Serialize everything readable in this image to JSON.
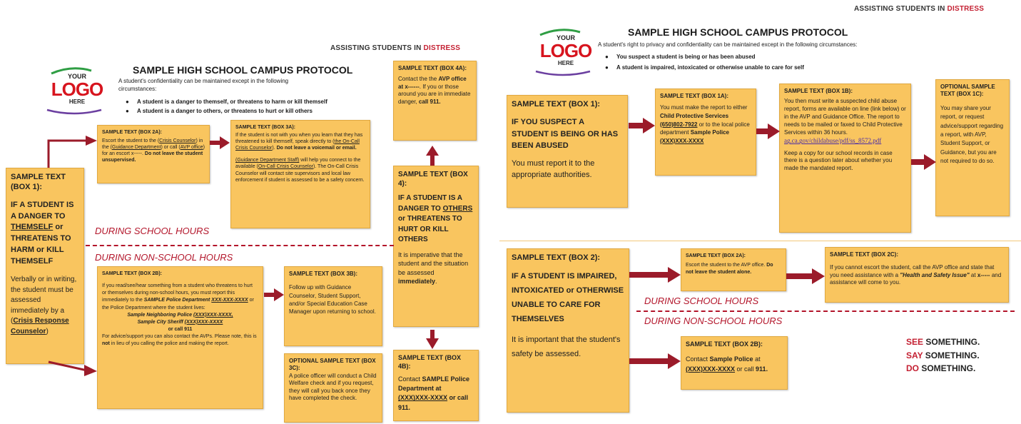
{
  "left": {
    "header_prefix": "ASSISTING STUDENTS ",
    "header_in": "IN",
    "header_distress": "DISTRESS",
    "logo": {
      "your": "YOUR",
      "word": "LOGO",
      "here": "HERE"
    },
    "title": "SAMPLE HIGH SCHOOL CAMPUS PROTOCOL",
    "intro": "A student's confidentiality can be maintained except in the following circumstances:",
    "bullets": [
      "A student is a danger to themself, or threatens to harm or kill themself",
      "A student is a danger to others, or threatens to hurt or kill others"
    ],
    "during_school": "DURING SCHOOL HOURS",
    "during_non_school": "DURING NON-SCHOOL HOURS",
    "box1": {
      "title": "SAMPLE TEXT (BOX 1):",
      "h1": "IF A STUDENT IS A DANGER TO",
      "h2": "THEMSELF",
      "h3": "or THREATENS TO HARM or KILL THEMSELF",
      "body1": "Verbally or in writing, the student must be assessed immediately by a (",
      "link": "Crisis Response Counselor",
      "body2": ")"
    },
    "box2a": {
      "title": "SAMPLE TEXT (BOX 2A):",
      "p1": "Escort the student to the (",
      "l1": "Crisis Counselor",
      "p2": ") in the (",
      "l2": "Guidance Department",
      "p3": ") or call (",
      "l3": "AVP office",
      "p4": ") for an escort x-----. ",
      "bold": "Do not leave the student unsupervised."
    },
    "box3a": {
      "title": "SAMPLE TEXT (BOX 3A):",
      "p1": "If the student is not with you when you learn that they has threatened to kill themself, speak directly to (",
      "l1": "the On-Call Crisis Counselor",
      "p2": "). ",
      "bold": "Do not leave a voicemail or email.",
      "l2": "(Guidance Department Staff)",
      "p3": " will help you connect to the available (",
      "l3": "On-Call Crisis Counselor",
      "p4": "). The On-Call Crisis Counselor will contact site supervisors and local law enforcement if student is assessed to be a safety concern."
    },
    "box4a": {
      "title": "SAMPLE TEXT (BOX 4A):",
      "p1": "Contact the the ",
      "b1": "AVP office at x------",
      "p2": ". If you or those around you are in immediate danger, ",
      "b2": "call 911."
    },
    "box4": {
      "title": "SAMPLE TEXT (BOX 4):",
      "h1": "IF A STUDENT IS A DANGER TO",
      "h2": "OTHERS",
      "h3": "or THREATENS TO HURT OR KILL OTHERS",
      "p1": "It is imperative that the student and the situation be assessed ",
      "b1": "immediately",
      "p2": "."
    },
    "box2b": {
      "title": "SAMPLE TEXT (BOX 2B):",
      "p1": "If you read/see/hear something from a student who threatens to hurt or themselves during non-school hours, you must report this immediately to the ",
      "bi1": "SAMPLE Police Department",
      "l1": "XXX-XXX-XXXX",
      "p2": " or the Police Department where the student lives:",
      "c1a": "Sample Neighboring Police ",
      "c1b": "(XXX)XXX-XXXX,",
      "c2a": "Sample City Sheriff ",
      "c2b": "(XXX)XXX-XXXX",
      "c3": "or call 911",
      "p3": "For advice/support you can also contact the AVPs. Please note, this is ",
      "b3": "not",
      "p4": " in lieu of you calling the police and making the report."
    },
    "box3b": {
      "title": "SAMPLE TEXT (BOX 3B):",
      "body": "Follow up with Guidance Counselor, Student Support, and/or Special Education Case Manager upon returning to school."
    },
    "box3c": {
      "title": "OPTIONAL SAMPLE TEXT (BOX 3C):",
      "body": " A police officer will conduct a Child Welfare check and if you request, they will call you back once they have completed the check."
    },
    "box4b": {
      "title": "SAMPLE TEXT (BOX 4B):",
      "p1": "Contact ",
      "b1": "SAMPLE Police Department at",
      "l1": "(XXX)XXX-XXXX",
      "b2": " or call 911."
    }
  },
  "right": {
    "header_prefix": "ASSISTING STUDENTS ",
    "header_in": "IN",
    "header_distress": "DISTRESS",
    "logo": {
      "your": "YOUR",
      "word": "LOGO",
      "here": "HERE"
    },
    "title": "SAMPLE HIGH SCHOOL CAMPUS PROTOCOL",
    "intro": "A student's right to privacy and confidentiality can be maintained except in the following circumstances:",
    "bullets": [
      "You suspect a student is being or has been abused",
      "A student is impaired, intoxicated or otherwise unable to care for self"
    ],
    "during_school": "DURING SCHOOL HOURS",
    "during_non_school": "DURING NON-SCHOOL HOURS",
    "box1": {
      "title": "SAMPLE TEXT (BOX 1):",
      "heading": "IF YOU SUSPECT A STUDENT IS BEING OR HAS BEEN ABUSED",
      "body": "You must report it to the appropriate authorities."
    },
    "box1a": {
      "title": "SAMPLE TEXT (BOX 1A):",
      "p1": "You must make the report to either ",
      "b1": "Child Protective Services ",
      "l1": "(650)802-7922",
      "p2": " or to the local police department ",
      "b2": "Sample Police",
      "l2": "(XXX)XXX-XXXX"
    },
    "box1b": {
      "title": "SAMPLE TEXT (BOX 1B):",
      "p1": "You then must write a suspected child abuse report, forms are available on line (link below) or in the AVP and Guidance Office. The report to needs to be mailed or faxed to Child Protective Services within 36 hours.",
      "link": "ag.ca.gov/childabuse/pdf/ss_8572.pdf",
      "p2": "Keep a copy for our school records in case there is a question later about whether you made the mandated report."
    },
    "box1c": {
      "title": "OPTIONAL SAMPLE TEXT (BOX 1C):",
      "body": "You may share your report, or request advice/support regarding a report, with AVP, Student Support, or Guidance, but you are not required to do so."
    },
    "box2": {
      "title": "SAMPLE TEXT (BOX 2):",
      "heading": "IF A STUDENT IS IMPAIRED, INTOXICATED or OTHERWISE UNABLE TO CARE FOR THEMSELVES",
      "body": "It is important that the student's safety be assessed."
    },
    "box2a": {
      "title": "SAMPLE TEXT (BOX 2A):",
      "p1": "Escort the student to the AVP office. ",
      "b1": "Do not leave the student alone."
    },
    "box2c": {
      "title": "SAMPLE TEXT (BOX 2C):",
      "p1": "If you cannot escort the student, call the AVP office and state that you need assistance with a ",
      "bi1": "\"Health and Safety Issue\"",
      "p2": " at ",
      "b2": "x-----",
      "p3": " and assistance will come to you."
    },
    "box2b": {
      "title": "SAMPLE TEXT (BOX 2B):",
      "p1": "Contact ",
      "b1": "Sample Police",
      "p2": " at ",
      "l1": "(XXX)XXX-XXXX",
      "p3": " or call ",
      "b2": "911."
    },
    "see": [
      {
        "a": "SEE",
        "b": " SOMETHING."
      },
      {
        "a": "SAY",
        "b": " SOMETHING."
      },
      {
        "a": "DO",
        "b": " SOMETHING."
      }
    ]
  },
  "colors": {
    "box": "#f9c55f",
    "arrow": "#9b1b2a",
    "accent_red": "#c42032",
    "dash": "#b3152a"
  }
}
